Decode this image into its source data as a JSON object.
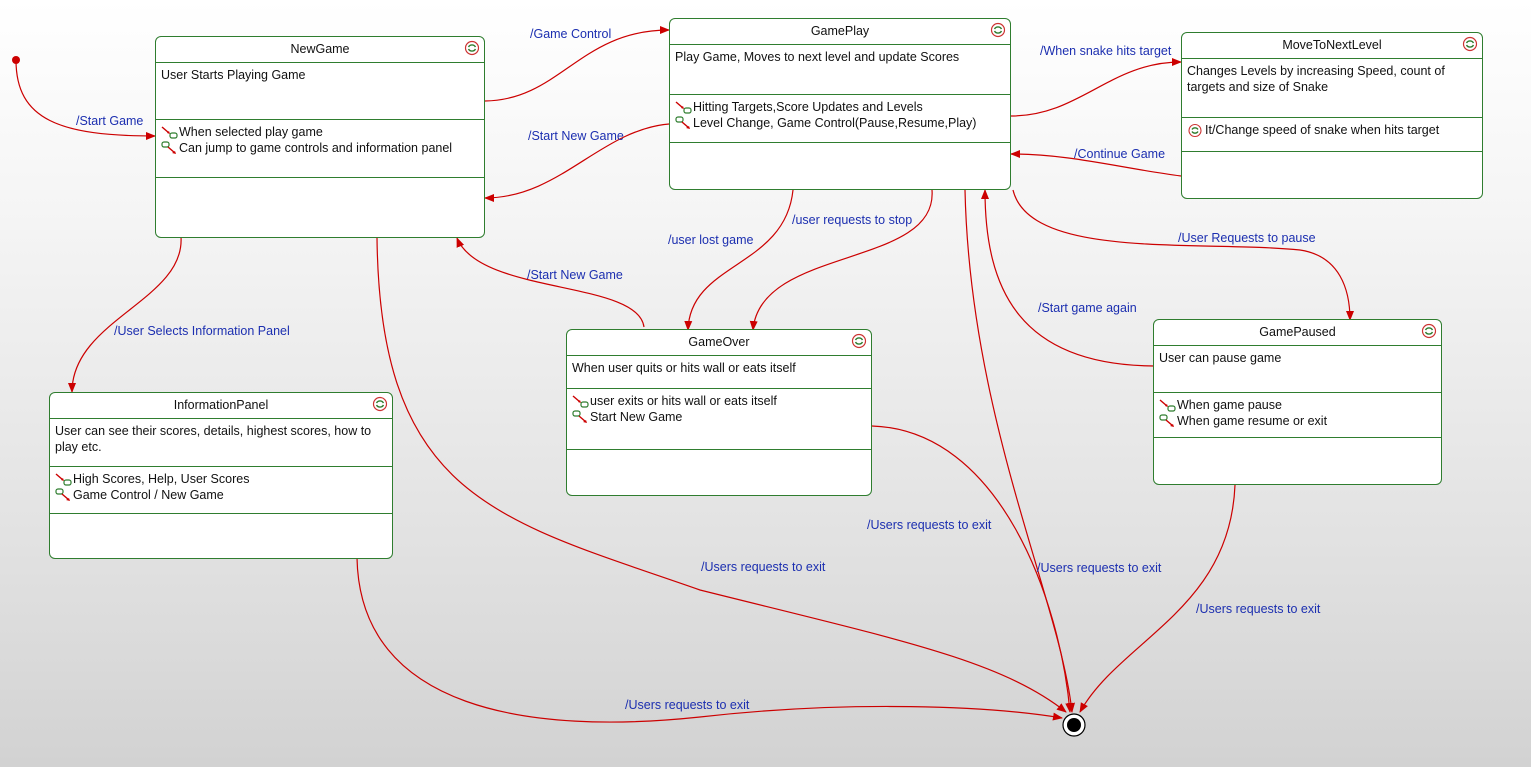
{
  "states": {
    "newgame": {
      "name": "NewGame",
      "description": "User Starts Playing Game",
      "activities": [
        "When selected play game",
        "Can jump to game controls and information panel"
      ]
    },
    "gameplay": {
      "name": "GamePlay",
      "description": "Play Game, Moves to next level and update Scores",
      "activities": [
        "Hitting Targets,Score Updates and Levels",
        "Level Change, Game Control(Pause,Resume,Play)"
      ]
    },
    "movetonextlevel": {
      "name": "MoveToNextLevel",
      "description": "Changes Levels by increasing Speed, count of targets and size of Snake",
      "activities": [
        "It/Change speed of snake when hits target"
      ]
    },
    "informationpanel": {
      "name": "InformationPanel",
      "description": "User can see their scores, details, highest scores, how to play etc.",
      "activities": [
        "High Scores, Help, User Scores",
        "Game Control / New Game"
      ]
    },
    "gameover": {
      "name": "GameOver",
      "description": "When user quits or hits wall or eats itself",
      "activities": [
        "user exits or hits wall or eats itself",
        "Start New Game"
      ]
    },
    "gamepaused": {
      "name": "GamePaused",
      "description": "User can pause game",
      "activities": [
        "When game pause",
        "When game resume or exit"
      ]
    }
  },
  "transitions": {
    "start_game": "/Start Game",
    "game_control": "/Game Control",
    "start_new_game_top": "/Start New Game",
    "when_snake_hits_target": "/When snake hits target",
    "continue_game": "/Continue Game",
    "user_lost_game": "/user lost game",
    "user_requests_stop": "/user requests to stop",
    "user_requests_pause": "/User Requests to pause",
    "user_selects_info_panel": "/User Selects Information Panel",
    "start_new_game_from_over": "/Start New Game",
    "start_game_again": "/Start game again",
    "exit_gameover": "/Users requests to exit",
    "exit_newgame": "/Users requests to exit",
    "exit_gameplay": "/Users requests to exit",
    "exit_gamepaused": "/Users requests to exit",
    "exit_infopanel": "/Users requests to exit"
  },
  "colors": {
    "transition": "#cc0000",
    "state_border": "#2f7d2f",
    "label": "#1c2fb0"
  }
}
